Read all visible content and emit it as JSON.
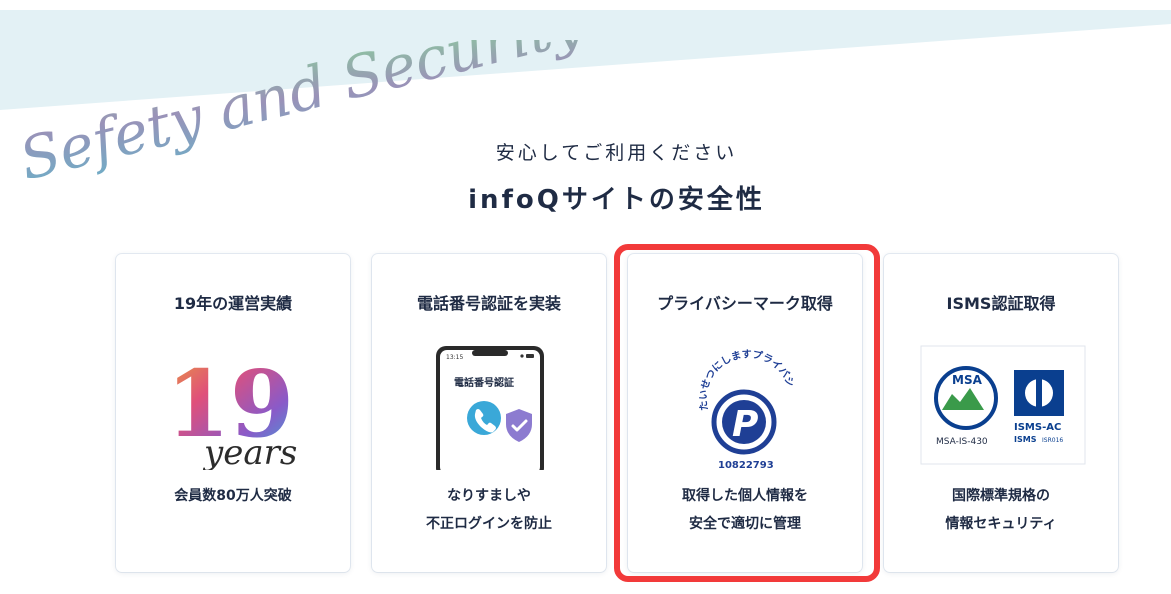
{
  "hero": {
    "script_text": "Sefety and Security",
    "subtitle": "安心してご利用ください",
    "title": "infoQサイトの安全性"
  },
  "cards": [
    {
      "title": "19年の運営実績",
      "visual": {
        "number": "19",
        "word": "years"
      },
      "desc": [
        "会員数80万人突破"
      ]
    },
    {
      "title": "電話番号認証を実装",
      "visual": {
        "phone_time": "13:15",
        "phone_label": "電話番号認証",
        "icons": [
          "phone-icon",
          "shield-check-icon"
        ]
      },
      "desc": [
        "なりすましや",
        "不正ログインを防止"
      ]
    },
    {
      "title": "プライバシーマーク取得",
      "visual": {
        "arc_text": "たいせつにしますプライバシー",
        "mark_letter": "P",
        "mark_number": "10822793"
      },
      "desc": [
        "取得した個人情報を",
        "安全で適切に管理"
      ]
    },
    {
      "title": "ISMS認証取得",
      "visual": {
        "msa_label": "MSA",
        "msa_code": "MSA-IS-430",
        "ismsac_label": "ISMS-AC",
        "isms_label": "ISMS",
        "isms_code": "ISR016"
      },
      "desc": [
        "国際標準規格の",
        "情報セキュリティ"
      ]
    }
  ],
  "colors": {
    "band": "#e3f1f5",
    "text": "#1f2b44",
    "highlight": "#f23a3a",
    "privacy_blue": "#1f3f95",
    "msa_green": "#3a9a4a",
    "isms_blue": "#0a3f8f"
  }
}
